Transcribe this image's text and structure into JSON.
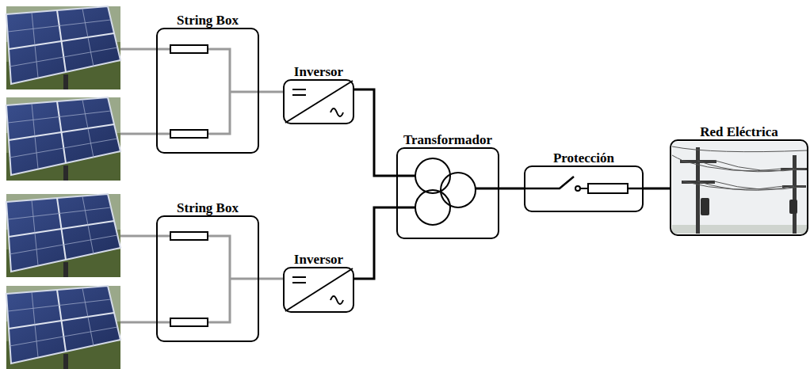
{
  "diagram": {
    "nodes": [
      {
        "text": [
          "String Box"
        ]
      },
      {
        "text": [
          "Inversor"
        ]
      },
      {
        "text": [
          "Transformador"
        ]
      },
      {
        "text": [
          "Protección"
        ]
      },
      {
        "text": [
          "Red Eléctrica"
        ]
      },
      {
        "text": [
          "String Box"
        ]
      },
      {
        "text": [
          "Inversor"
        ]
      }
    ],
    "edges": [
      {
        "from": 0,
        "to": 1,
        "arrow": "none"
      },
      {
        "from": 1,
        "to": 2,
        "arrow": "none"
      },
      {
        "from": 2,
        "to": 3,
        "arrow": "none"
      },
      {
        "from": 3,
        "to": 4,
        "arrow": "none"
      },
      {
        "from": 5,
        "to": 6,
        "arrow": "none"
      },
      {
        "from": 6,
        "to": 2,
        "arrow": "none"
      }
    ]
  }
}
